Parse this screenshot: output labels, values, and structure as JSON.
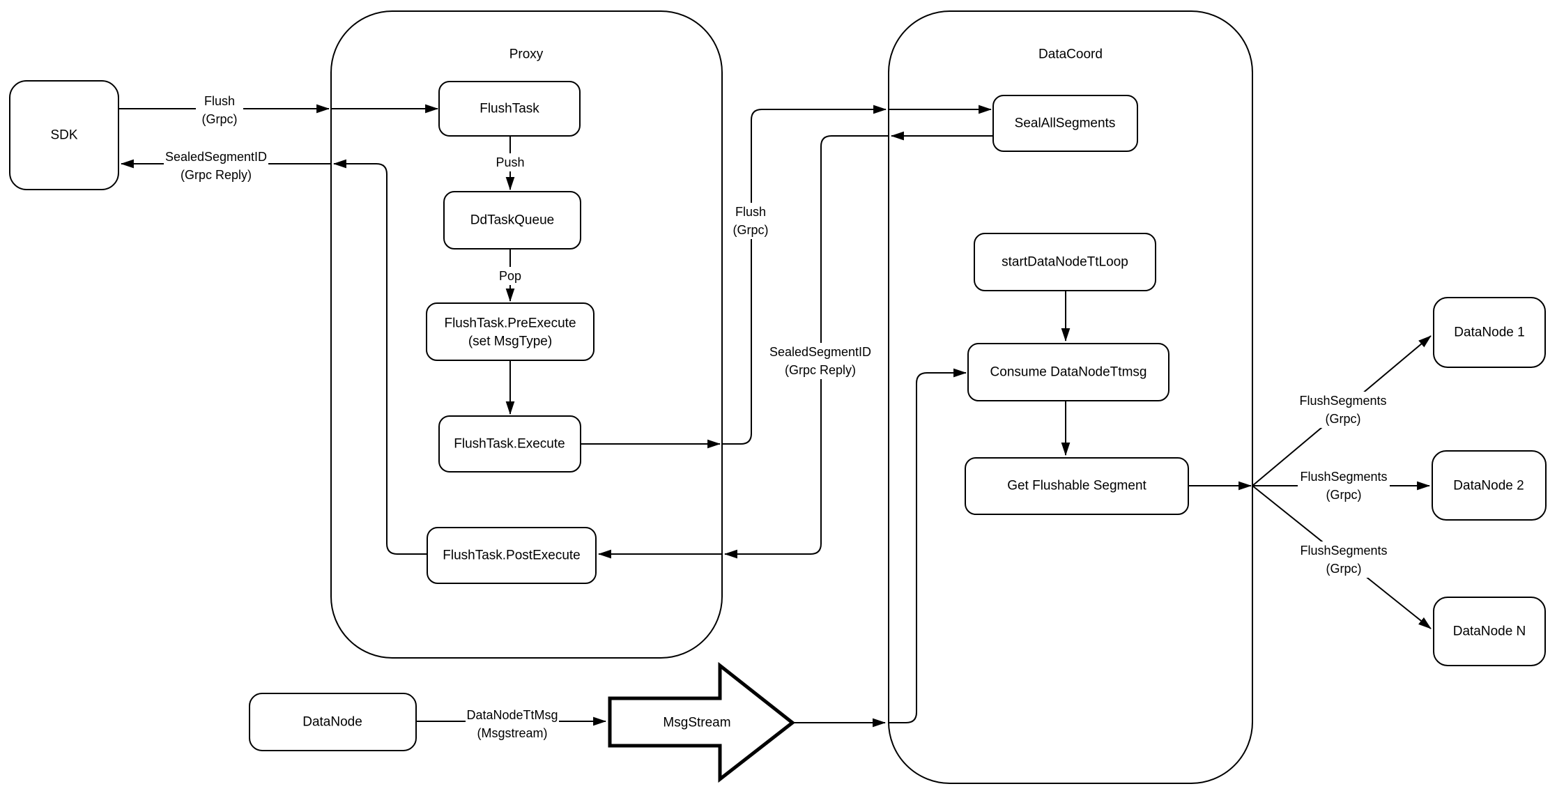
{
  "diagram": {
    "colors": {
      "stroke": "#000000",
      "node_fill": "#ffffff",
      "background": "#ffffff"
    },
    "containers": {
      "proxy": {
        "title": "Proxy"
      },
      "datacoord": {
        "title": "DataCoord"
      }
    },
    "nodes": {
      "sdk": {
        "label": "SDK"
      },
      "flush_task": {
        "label": "FlushTask"
      },
      "dd_task_queue": {
        "label": "DdTaskQueue"
      },
      "pre_execute": {
        "line1": "FlushTask.PreExecute",
        "line2": "(set MsgType)"
      },
      "execute": {
        "label": "FlushTask.Execute"
      },
      "post_execute": {
        "label": "FlushTask.PostExecute"
      },
      "seal_all_segments": {
        "label": "SealAllSegments"
      },
      "start_datanode_tt_loop": {
        "label": "startDataNodeTtLoop"
      },
      "consume_datanode_ttmsg": {
        "label": "Consume DataNodeTtmsg"
      },
      "get_flushable_segment": {
        "label": "Get Flushable Segment"
      },
      "datanode_1": {
        "label": "DataNode 1"
      },
      "datanode_2": {
        "label": "DataNode 2"
      },
      "datanode_n": {
        "label": "DataNode N"
      },
      "datanode": {
        "label": "DataNode"
      },
      "msgstream": {
        "label": "MsgStream"
      }
    },
    "edge_labels": {
      "flush_sdk": {
        "line1": "Flush",
        "line2": "(Grpc)"
      },
      "sealed_sdk": {
        "line1": "SealedSegmentID",
        "line2": "(Grpc Reply)"
      },
      "push": {
        "label": "Push"
      },
      "pop": {
        "label": "Pop"
      },
      "flush_dc": {
        "line1": "Flush",
        "line2": "(Grpc)"
      },
      "sealed_dc": {
        "line1": "SealedSegmentID",
        "line2": "(Grpc Reply)"
      },
      "flush_segments_1": {
        "line1": "FlushSegments",
        "line2": "(Grpc)"
      },
      "flush_segments_2": {
        "line1": "FlushSegments",
        "line2": "(Grpc)"
      },
      "flush_segments_3": {
        "line1": "FlushSegments",
        "line2": "(Grpc)"
      },
      "datanode_ttmsg": {
        "line1": "DataNodeTtMsg",
        "line2": "(Msgstream)"
      }
    }
  }
}
